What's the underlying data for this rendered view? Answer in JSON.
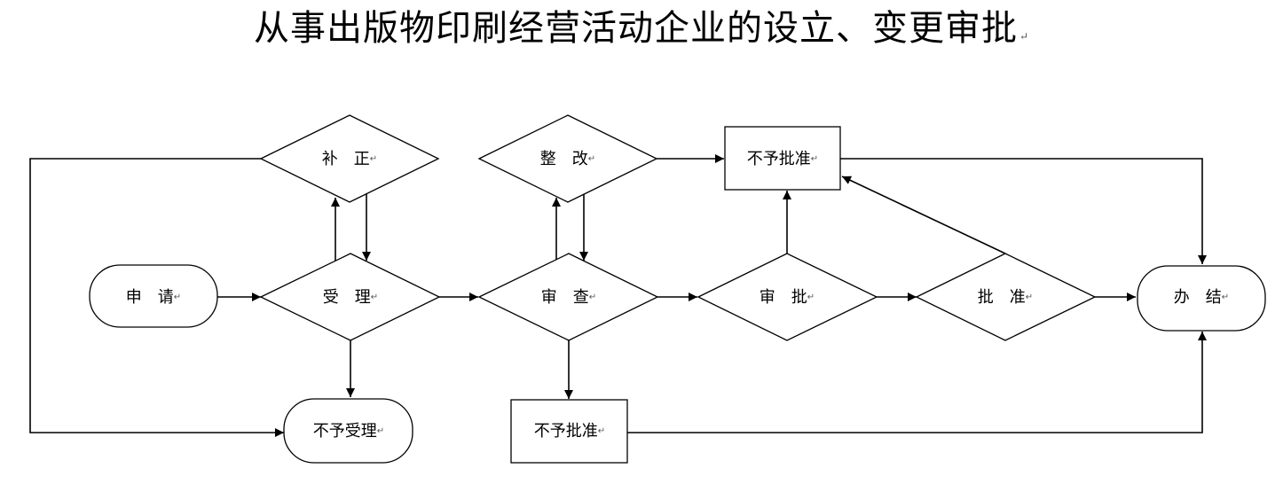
{
  "title": "从事出版物印刷经营活动企业的设立、变更审批",
  "para_mark": "↵",
  "nodes": {
    "apply": "申　请",
    "accept": "受　理",
    "supplement": "补　正",
    "not_accept": "不予受理",
    "review": "审　查",
    "rectify": "整　改",
    "not_approve_bottom": "不予批准",
    "examine": "审　批",
    "not_approve_top": "不予批准",
    "approve": "批　准",
    "complete": "办　结"
  }
}
